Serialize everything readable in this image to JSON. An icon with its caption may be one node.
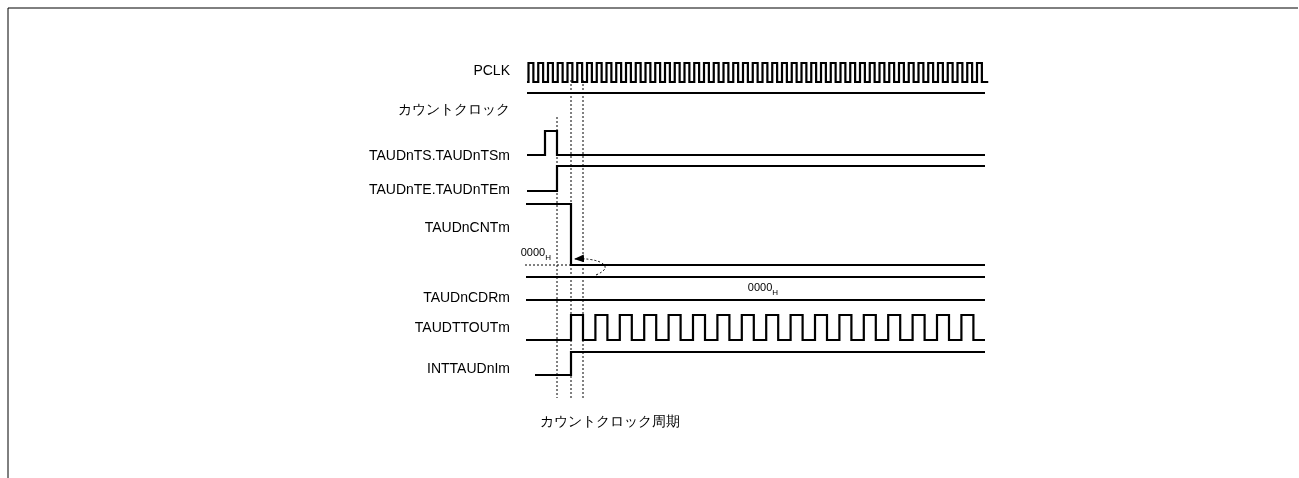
{
  "diagram": {
    "labels": [
      "PCLK",
      "カウントクロック",
      "TAUDnTS.TAUDnTSm",
      "TAUDnTE.TAUDnTEm",
      "TAUDnCNTm",
      "0000$_{H}$",
      "TAUDnCDRm",
      "0000$_{H}$",
      "TAUDTTOUTm",
      "INTTAUDnIm",
      "カウントクロック周期"
    ]
  }
}
